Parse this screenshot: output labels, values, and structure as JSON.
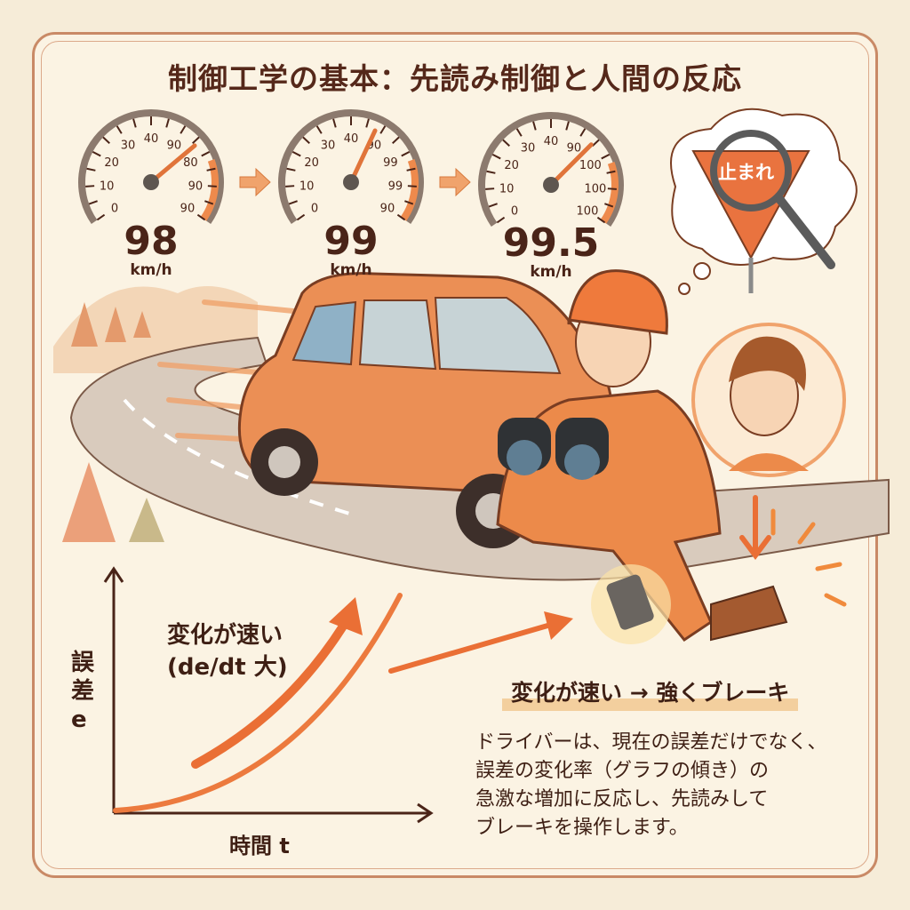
{
  "title": "制御工学の基本：先読み制御と人間の反応",
  "gauges": [
    {
      "labels": [
        "0",
        "10",
        "20",
        "30",
        "40",
        "90",
        "80",
        "90",
        "90"
      ],
      "value": "98",
      "unit": "km/h"
    },
    {
      "labels": [
        "0",
        "10",
        "20",
        "30",
        "40",
        "90",
        "99",
        "99",
        "90"
      ],
      "value": "99",
      "unit": "km/h"
    },
    {
      "labels": [
        "0",
        "10",
        "20",
        "30",
        "40",
        "90",
        "100",
        "100",
        "100"
      ],
      "value": "99.5",
      "unit": "km/h"
    }
  ],
  "sign": {
    "text": "止まれ"
  },
  "graph": {
    "y_axis_label": "誤差 e",
    "x_axis_label": "時間 t",
    "annotation_line1": "変化が速い",
    "annotation_line2": "(de/dt 大)"
  },
  "caption": {
    "headline": "変化が速い → 強くブレーキ",
    "lines": [
      "ドライバーは、現在の誤差だけでなく、",
      "誤差の変化率（グラフの傾き）の",
      "急激な増加に反応し、先読みして",
      "ブレーキを操作します。"
    ]
  },
  "colors": {
    "accent": "#e8834a",
    "text": "#4a2418",
    "background": "#fbf3e3",
    "border": "#c98a66"
  }
}
